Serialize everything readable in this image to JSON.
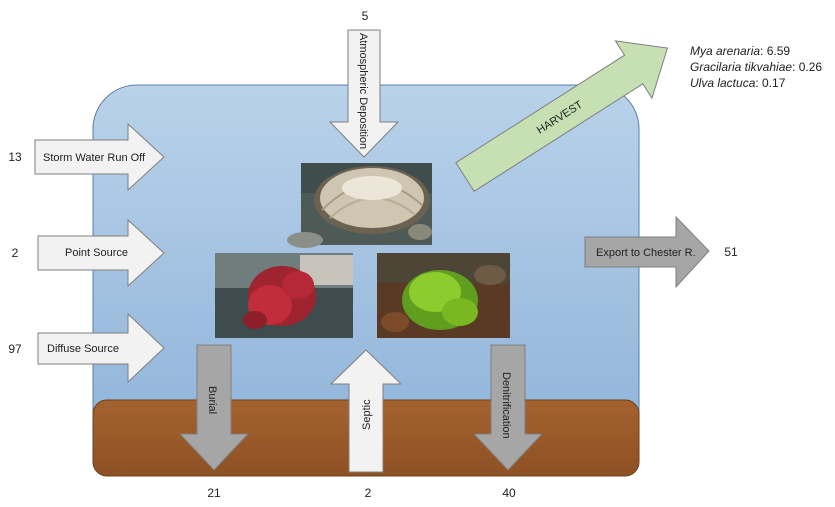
{
  "inputs": [
    {
      "label": "Storm  Water Run Off",
      "value": "13"
    },
    {
      "label": "Point Source",
      "value": "2"
    },
    {
      "label": "Diffuse Source",
      "value": "97"
    }
  ],
  "atmospheric": {
    "label": "Atmospheric  Deposition",
    "value": "5"
  },
  "burial": {
    "label": "Burial",
    "value": "21"
  },
  "septic": {
    "label": "Septic",
    "value": "2"
  },
  "denitrification": {
    "label": "Denitrification",
    "value": "40"
  },
  "export": {
    "label": "Export to Chester R.",
    "value": "51"
  },
  "harvest": {
    "label": "HARVEST",
    "species": [
      {
        "name": "Mya arenaria",
        "value": ": 6.59"
      },
      {
        "name": "Gracilaria tikvahiae",
        "value": ": 0.26"
      },
      {
        "name": "Ulva lactuca",
        "value": ": 0.17"
      }
    ]
  },
  "colors": {
    "water_top": "#b3cde8",
    "water_bottom": "#8fb3d9",
    "sediment": "#9b5a2a",
    "input_arrow": "#f2f2f2",
    "output_arrow": "#a6a6a6",
    "harvest_arrow": "#c6e0b4"
  },
  "images": [
    "clam-photo",
    "red-seaweed-photo",
    "green-seaweed-photo"
  ]
}
